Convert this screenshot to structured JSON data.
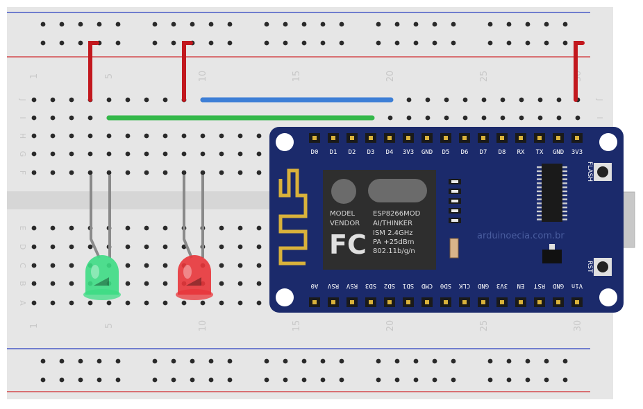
{
  "breadboard": {
    "column_numbers": [
      "1",
      "5",
      "10",
      "15",
      "20",
      "25",
      "30"
    ],
    "row_letters_top": [
      "J",
      "I",
      "H",
      "G",
      "F"
    ],
    "row_letters_bottom": [
      "E",
      "D",
      "C",
      "B",
      "A"
    ],
    "colors": {
      "board": "#e6e6e6",
      "rail_red": "#d0282c",
      "rail_blue": "#2b3fbf",
      "hole": "#2a2a2a"
    }
  },
  "wires": [
    {
      "name": "red-wire",
      "color": "#c2181e"
    },
    {
      "name": "blue-wire",
      "color": "#3d7fd6"
    },
    {
      "name": "green-wire",
      "color": "#34b84a"
    }
  ],
  "leds": [
    {
      "name": "green-led",
      "color": "#3ddc84"
    },
    {
      "name": "red-led",
      "color": "#e8353a"
    }
  ],
  "module": {
    "board_color": "#1b2a6b",
    "top_pins": [
      "D0",
      "D1",
      "D2",
      "D3",
      "D4",
      "3V3",
      "GND",
      "D5",
      "D6",
      "D7",
      "D8",
      "RX",
      "TX",
      "GND",
      "3V3"
    ],
    "bottom_pins": [
      "A0",
      "RSV",
      "RSV",
      "SD3",
      "SD2",
      "SD1",
      "CMD",
      "SD0",
      "CLK",
      "GND",
      "3V3",
      "EN",
      "RST",
      "GND",
      "Vin"
    ],
    "chip": {
      "model_label": "MODEL",
      "vendor_label": "VENDOR",
      "model": "ESP8266MOD",
      "vendor": "AI/THINKER",
      "band": "ISM 2.4GHz",
      "power": "PA  +25dBm",
      "protocol": "802.11b/g/n",
      "fcc": "FC"
    },
    "watermark": "arduinoecia.com.br",
    "flash_label": "FLASH",
    "rst_label": "RST"
  }
}
